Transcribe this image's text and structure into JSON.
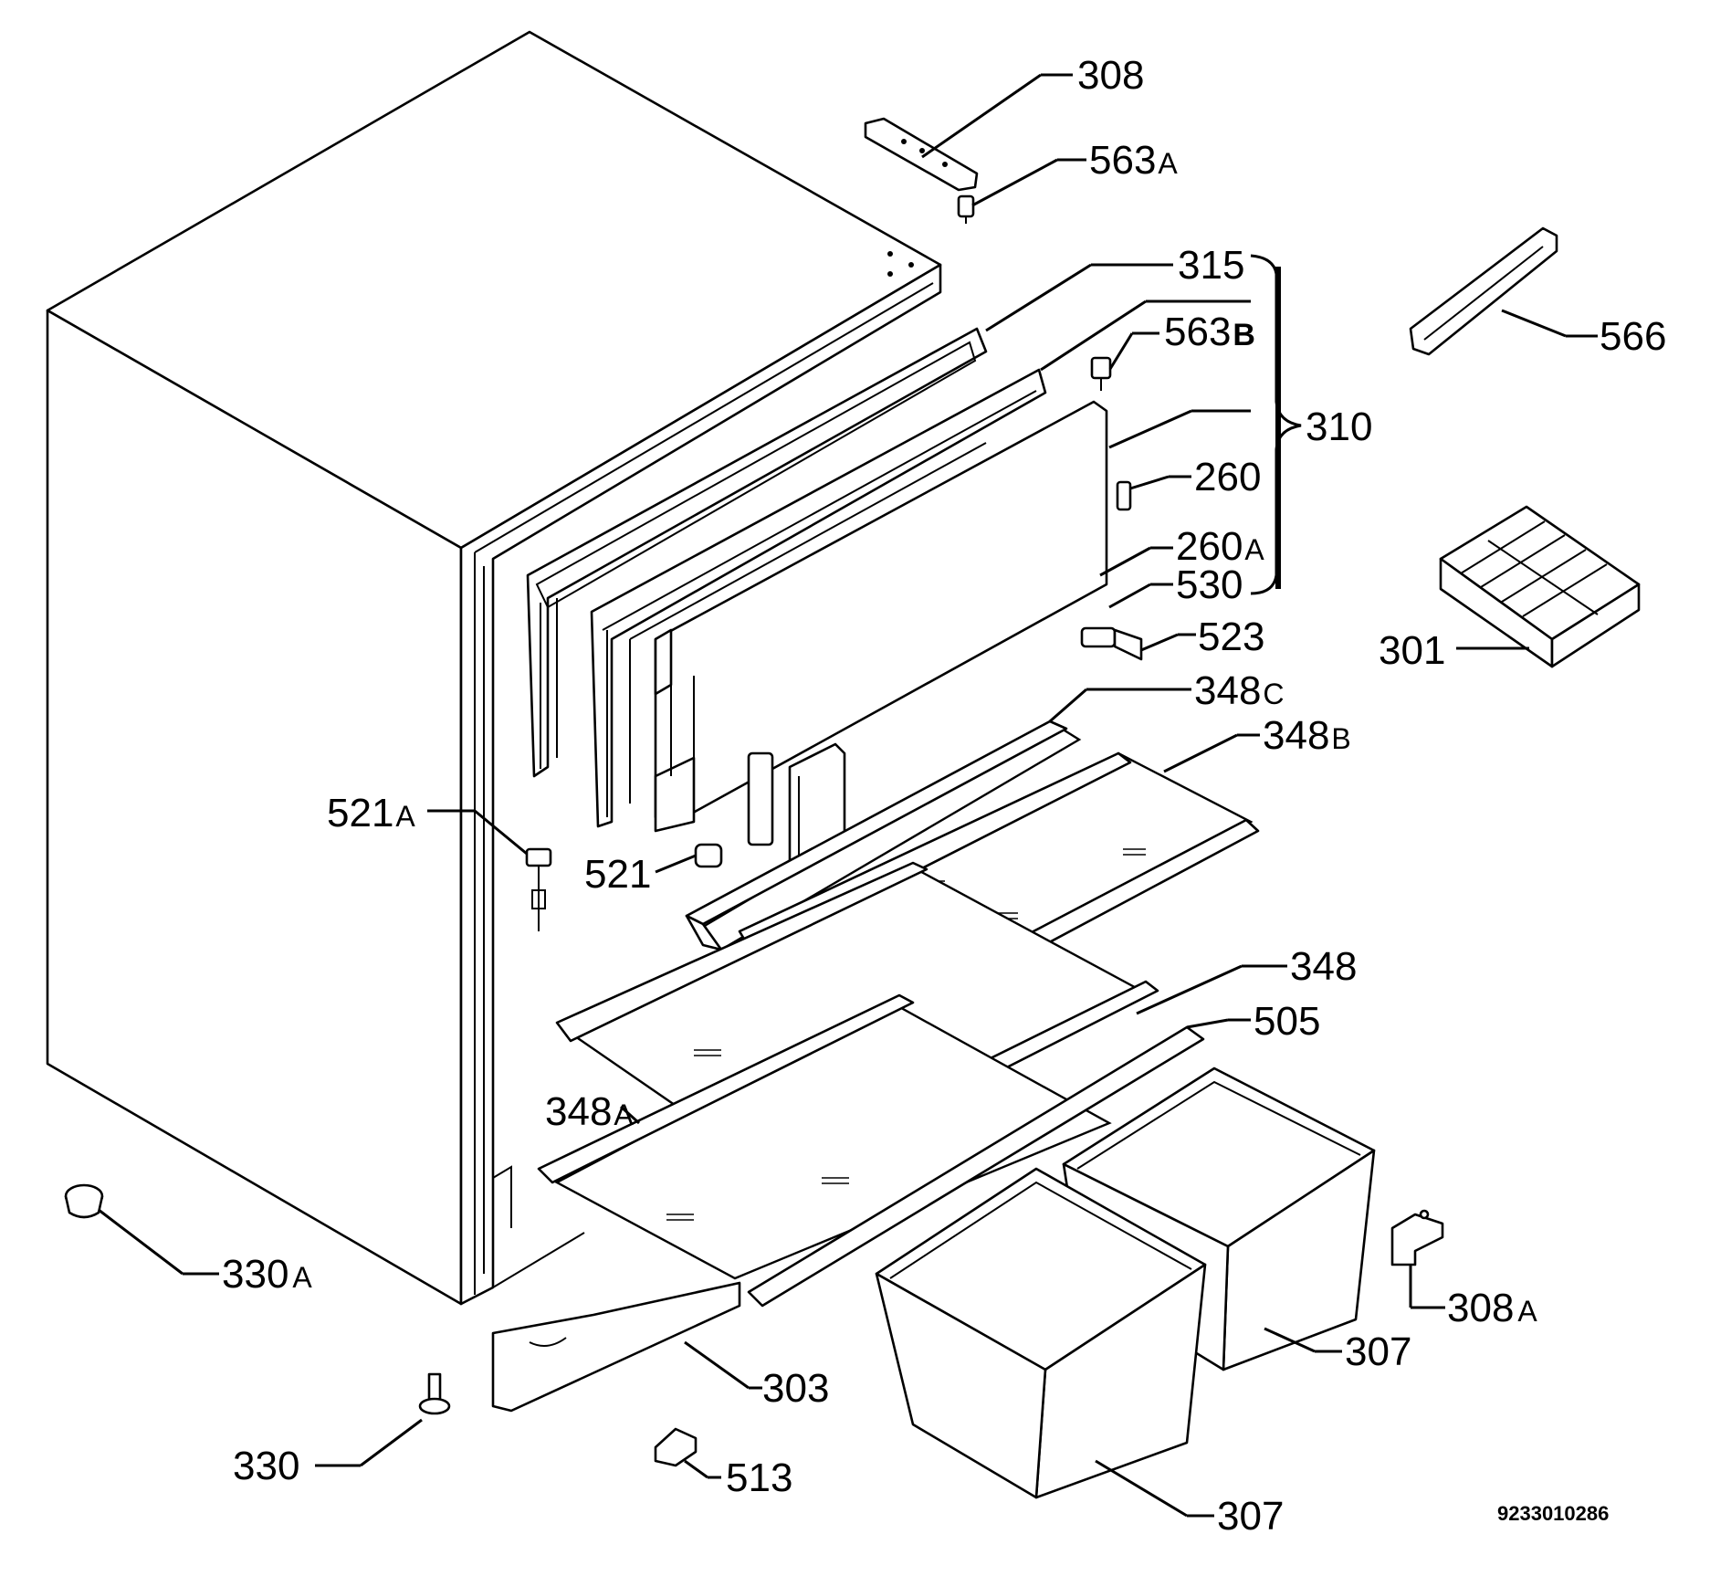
{
  "diagram": {
    "drawing_number": "9233010286",
    "callouts": [
      {
        "id": "c308",
        "number": "308",
        "suffix": ""
      },
      {
        "id": "c563a",
        "number": "563",
        "suffix": "A"
      },
      {
        "id": "c315",
        "number": "315",
        "suffix": ""
      },
      {
        "id": "c563b",
        "number": "563",
        "suffix": "B"
      },
      {
        "id": "c310",
        "number": "310",
        "suffix": ""
      },
      {
        "id": "c260",
        "number": "260",
        "suffix": ""
      },
      {
        "id": "c260a",
        "number": "260",
        "suffix": "A"
      },
      {
        "id": "c530",
        "number": "530",
        "suffix": ""
      },
      {
        "id": "c523",
        "number": "523",
        "suffix": ""
      },
      {
        "id": "c566",
        "number": "566",
        "suffix": ""
      },
      {
        "id": "c301",
        "number": "301",
        "suffix": ""
      },
      {
        "id": "c348c",
        "number": "348",
        "suffix": "C"
      },
      {
        "id": "c348b",
        "number": "348",
        "suffix": "B"
      },
      {
        "id": "c521a",
        "number": "521",
        "suffix": "A"
      },
      {
        "id": "c521",
        "number": "521",
        "suffix": ""
      },
      {
        "id": "c348",
        "number": "348",
        "suffix": ""
      },
      {
        "id": "c505",
        "number": "505",
        "suffix": ""
      },
      {
        "id": "c348a",
        "number": "348",
        "suffix": "A"
      },
      {
        "id": "c330a",
        "number": "330",
        "suffix": "A"
      },
      {
        "id": "c303",
        "number": "303",
        "suffix": ""
      },
      {
        "id": "c308a",
        "number": "308",
        "suffix": "A"
      },
      {
        "id": "c307a",
        "number": "307",
        "suffix": ""
      },
      {
        "id": "c330",
        "number": "330",
        "suffix": ""
      },
      {
        "id": "c513",
        "number": "513",
        "suffix": ""
      },
      {
        "id": "c307b",
        "number": "307",
        "suffix": ""
      }
    ]
  }
}
